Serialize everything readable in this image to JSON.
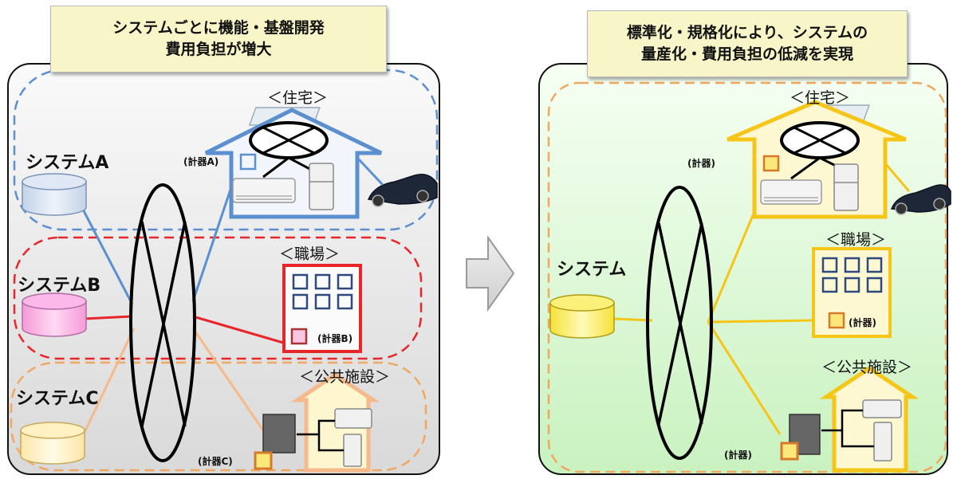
{
  "left": {
    "title_line1": "システムごとに機能・基盤開発",
    "title_line2": "費用負担が増大",
    "system_a": "システムA",
    "system_b": "システムB",
    "system_c": "システムC",
    "house": "＜住宅＞",
    "office": "＜職場＞",
    "public": "＜公共施設＞",
    "meter_a": "(計器A)",
    "meter_b": "(計器B)",
    "meter_c": "(計器C)",
    "colors": {
      "a": "#5b8fcf",
      "b": "#e8262a",
      "c": "#f6b98c"
    }
  },
  "right": {
    "title_line1": "標準化・規格化により、システムの",
    "title_line2": "量産化・費用負担の低減を実現",
    "system": "システム",
    "house": "＜住宅＞",
    "office": "＜職場＞",
    "public": "＜公共施設＞",
    "meter_house": "(計器)",
    "meter_office": "(計器)",
    "meter_public": "(計器)",
    "colors": {
      "line": "#f5c518",
      "zone": "#f0a860"
    }
  },
  "arrow": {
    "direction": "right"
  }
}
